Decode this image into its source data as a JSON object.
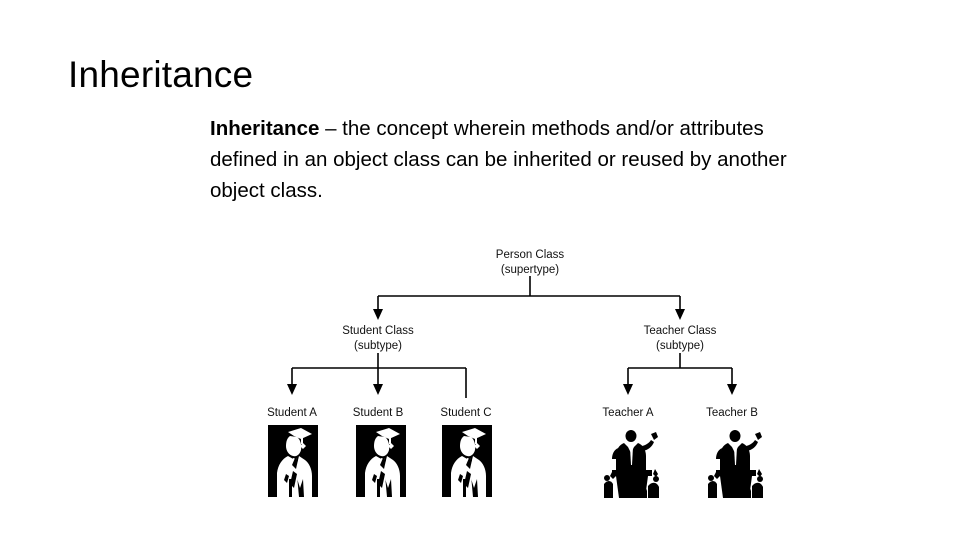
{
  "slide": {
    "title": "Inheritance",
    "body": {
      "lead": "Inheritance",
      "rest": " – the concept wherein methods and/or attributes defined in an object class can be inherited or reused by another object class."
    }
  },
  "diagram": {
    "type": "tree",
    "root": {
      "line1": "Person Class",
      "line2": "(supertype)"
    },
    "level2": [
      {
        "line1": "Student Class",
        "line2": "(subtype)"
      },
      {
        "line1": "Teacher Class",
        "line2": "(subtype)"
      }
    ],
    "students": [
      {
        "label": "Student A",
        "icon": "graduate-silhouette-icon"
      },
      {
        "label": "Student B",
        "icon": "graduate-silhouette-icon"
      },
      {
        "label": "Student C",
        "icon": "graduate-silhouette-icon"
      }
    ],
    "teachers": [
      {
        "label": "Teacher A",
        "icon": "teacher-podium-silhouette-icon"
      },
      {
        "label": "Teacher B",
        "icon": "teacher-podium-silhouette-icon"
      }
    ],
    "colors": {
      "line": "#000000",
      "text": "#111111",
      "background": "#ffffff"
    }
  }
}
